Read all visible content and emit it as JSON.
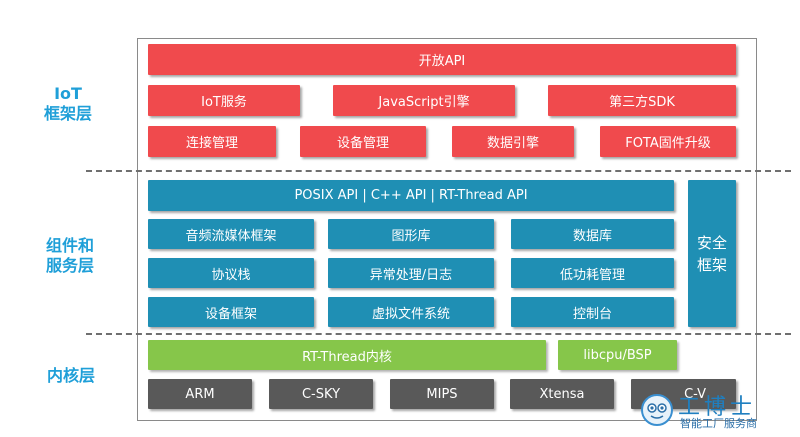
{
  "layers": {
    "iot": "IoT\n框架层",
    "component": "组件和\n服务层",
    "kernel": "内核层"
  },
  "iot_framework": {
    "open_api": "开放API",
    "row2": [
      "IoT服务",
      "JavaScript引擎",
      "第三方SDK"
    ],
    "row3": [
      "连接管理",
      "设备管理",
      "数据引擎",
      "FOTA固件升级"
    ]
  },
  "components": {
    "api_bar": "POSIX API  |  C++ API | RT-Thread API",
    "row1": [
      "音频流媒体框架",
      "图形库",
      "数据库"
    ],
    "row2": [
      "协议栈",
      "异常处理/日志",
      "低功耗管理"
    ],
    "row3": [
      "设备框架",
      "虚拟文件系统",
      "控制台"
    ],
    "security": "安全\n框架"
  },
  "kernel": {
    "rt_thread": "RT-Thread内核",
    "bsp": "libcpu/BSP",
    "arch": [
      "ARM",
      "C-SKY",
      "MIPS",
      "Xtensa",
      "C-V"
    ]
  },
  "watermark": {
    "title": "工博士",
    "subtitle": "智能工厂服务商"
  },
  "colors": {
    "iot": "#f04a4d",
    "component": "#1f8fb4",
    "kernel_core": "#86c64a",
    "arch": "#595959",
    "layer_label": "#1f9fd8"
  }
}
